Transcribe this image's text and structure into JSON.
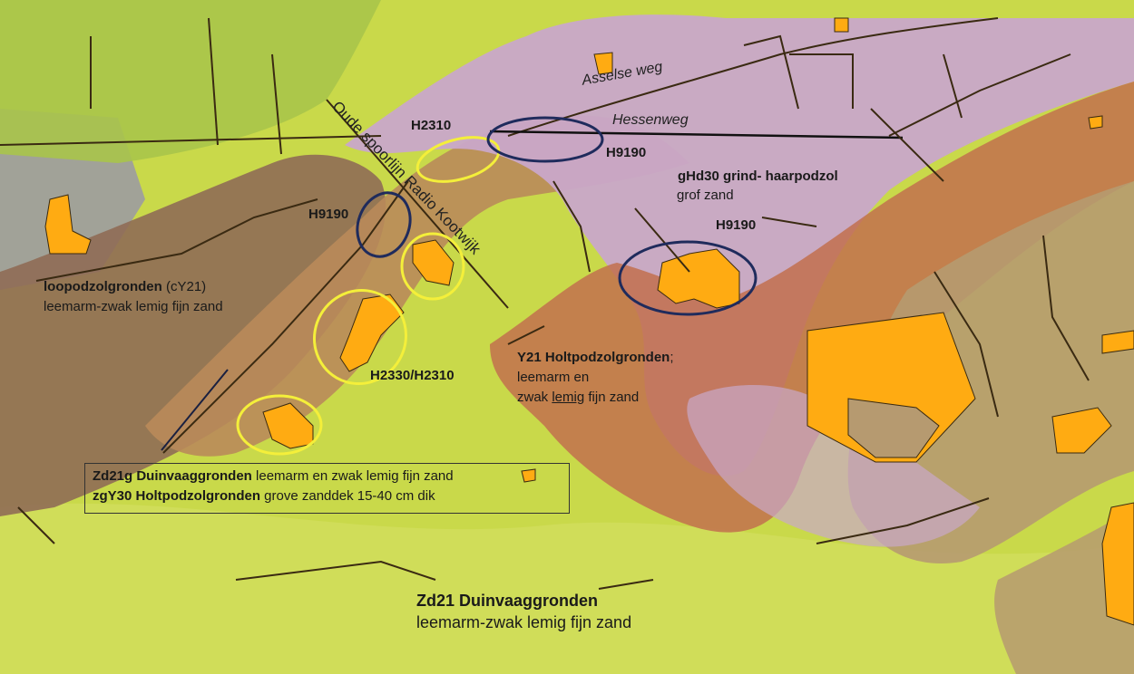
{
  "colors": {
    "dune_yellow_green": "#c9d94a",
    "holtpodzol_brown": "#b98a5a",
    "holtpodzol_red": "#c2704d",
    "grind_purple": "#c9a8c9",
    "loopodzol_brown": "#8f6b55",
    "habitat_orange": "#ffab12",
    "ellipse_yellow": "#f4ef3a",
    "ellipse_navy": "#1f2b5c",
    "road_black": "#1a1a1a"
  },
  "roads": {
    "asselse_weg": "Asselse weg",
    "hessenweg": "Hessenweg",
    "oude_spoorlijn_part1": "Oude spoorlijn",
    "oude_spoorlijn_part2": "Radio Kootwijk"
  },
  "habitat_codes": {
    "h2310_top": "H2310",
    "h9190_left": "H9190",
    "h9190_top": "H9190",
    "h9190_right": "H9190",
    "h2330_h2310": "H2330/H2310"
  },
  "soil_labels": {
    "gHd30_title": "gHd30 grind- haarpodzol",
    "gHd30_desc": "grof zand",
    "loopodzol_title": "loopodzolgronden",
    "loopodzol_code": " (cY21)",
    "loopodzol_desc": "leemarm-zwak lemig fijn zand",
    "y21_title": "Y21  Holtpodzolgronden",
    "y21_sep": ";",
    "y21_desc1": "leemarm en",
    "y21_desc2a": "zwak ",
    "y21_desc2b": "lemig",
    "y21_desc2c": " fijn zand",
    "zd21_title": "Zd21 Duinvaaggronden",
    "zd21_desc": "leemarm-zwak lemig fijn zand"
  },
  "legend_box": {
    "line1_bold": "Zd21g Duinvaaggronden",
    "line1_rest": " leemarm en zwak lemig fijn zand",
    "line2_bold": "zgY30 Holtpodzolgronden",
    "line2_rest": " grove zanddek 15-40 cm dik"
  }
}
